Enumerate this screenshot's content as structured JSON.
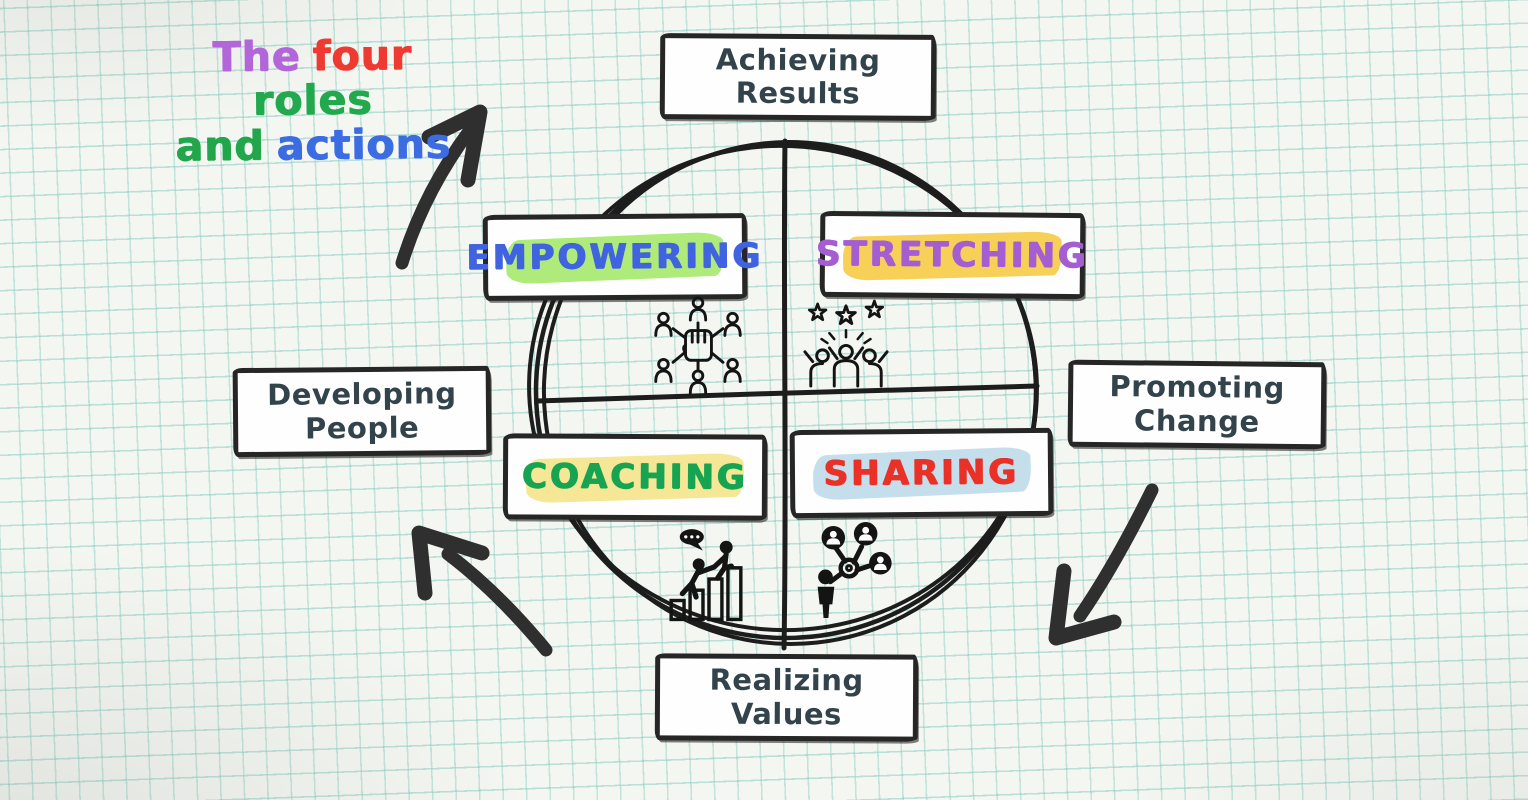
{
  "title": {
    "words": [
      {
        "text": "The",
        "color": "#b266d9"
      },
      {
        "text": "four",
        "color": "#ee3a31"
      },
      {
        "text": "roles",
        "color": "#22a94e"
      },
      {
        "text": "and",
        "color": "#21a64b"
      },
      {
        "text": "actions",
        "color": "#3c6ce2"
      }
    ]
  },
  "roles": [
    {
      "label": "Achieving Results",
      "position": "top"
    },
    {
      "label": "Developing People",
      "position": "left"
    },
    {
      "label": "Promoting Change",
      "position": "right"
    },
    {
      "label": "Realizing Values",
      "position": "bottom"
    }
  ],
  "actions": [
    {
      "label": "EMPOWERING",
      "text_color": "#4064df",
      "highlight_color": "#a6e96d",
      "icon": "fist-network",
      "quadrant": "top-left"
    },
    {
      "label": "STRETCHING",
      "text_color": "#a55ed2",
      "highlight_color": "#f6cb45",
      "icon": "team-stars",
      "quadrant": "top-right"
    },
    {
      "label": "COACHING",
      "text_color": "#17a452",
      "highlight_color": "#f4e489",
      "icon": "coaching-growth",
      "quadrant": "bottom-left"
    },
    {
      "label": "SHARING",
      "text_color": "#e93128",
      "highlight_color": "#bedbe9",
      "icon": "sharing-network",
      "quadrant": "bottom-right"
    }
  ],
  "colors": {
    "ink": "#1d1d1d",
    "arrow": "#2f2f2f",
    "paper": "#f4f6f2",
    "grid_line": "#80c8be",
    "box_text": "#33434c"
  }
}
